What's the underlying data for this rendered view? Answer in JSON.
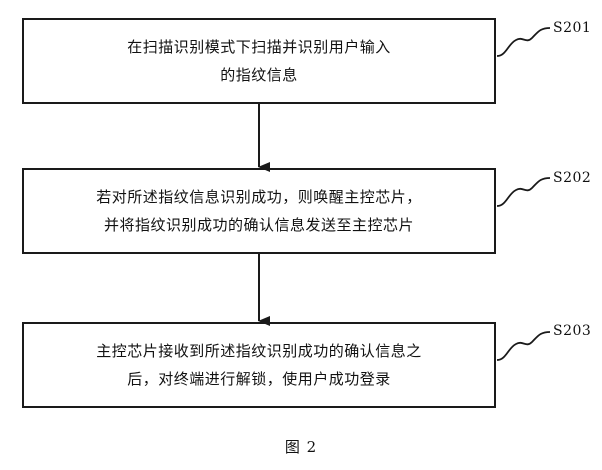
{
  "steps": [
    {
      "id": "S201",
      "lines": [
        "在扫描识别模式下扫描并识别用户输入",
        "的指纹信息"
      ]
    },
    {
      "id": "S202",
      "lines": [
        "若对所述指纹信息识别成功，则唤醒主控芯片，",
        "并将指纹识别成功的确认信息发送至主控芯片"
      ]
    },
    {
      "id": "S203",
      "lines": [
        "主控芯片接收到所述指纹识别成功的确认信息之",
        "后，对终端进行解锁，使用户成功登录"
      ]
    }
  ],
  "caption": "图 2",
  "colors": {
    "stroke": "#1a1a1a",
    "background": "#ffffff",
    "text": "#111111"
  }
}
